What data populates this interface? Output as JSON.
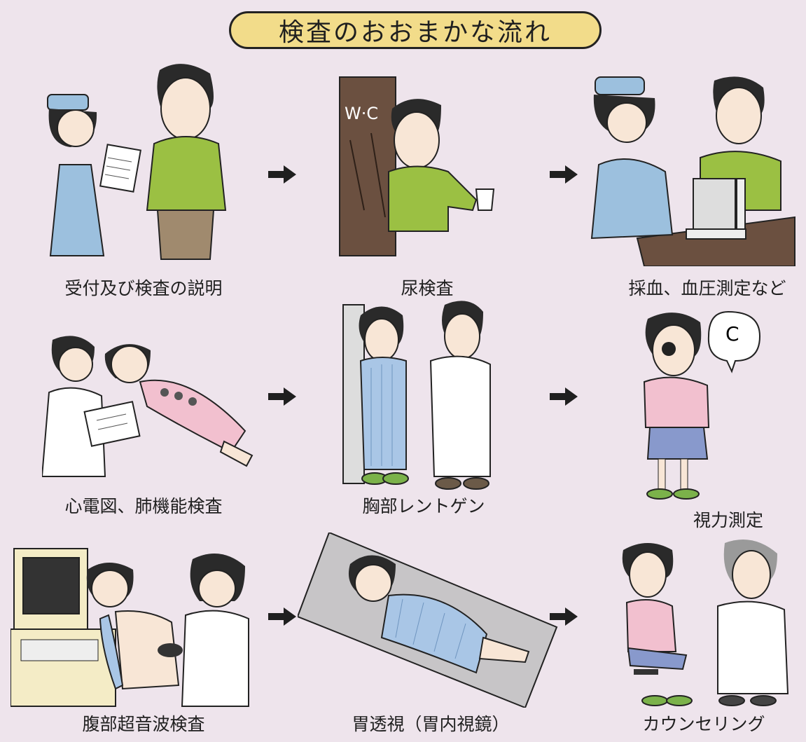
{
  "title": "検査のおおまかな流れ",
  "steps": [
    {
      "label": "受付及び検査の説明"
    },
    {
      "label": "尿検査"
    },
    {
      "label": "採血、血圧測定など"
    },
    {
      "label": "心電図、肺機能検査"
    },
    {
      "label": "胸部レントゲン"
    },
    {
      "label": "視力測定"
    },
    {
      "label": "腹部超音波検査"
    },
    {
      "label": "胃透視（胃内視鏡）"
    },
    {
      "label": "カウンセリング"
    }
  ],
  "signs": {
    "restroom": "W·C",
    "eye_chart_letter": "C"
  },
  "colors": {
    "background": "#eee4ec",
    "title_pill": "#f2dc8a",
    "nurse_blue": "#9cc0de",
    "patient_green": "#9bc043",
    "skin": "#f8e6d6",
    "pink_top": "#f2c0cf",
    "skirt_blue": "#8899cc",
    "gown_stripe": "#a9c6e6",
    "door_brown": "#6b5040"
  }
}
